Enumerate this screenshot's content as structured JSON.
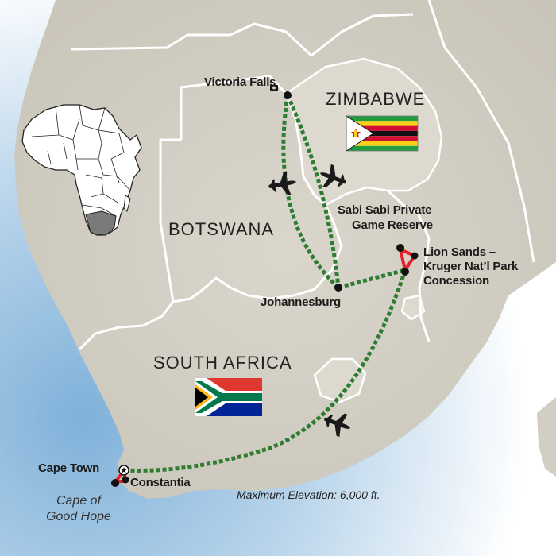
{
  "countries": {
    "zimbabwe": "ZIMBABWE",
    "botswana": "BOTSWANA",
    "south_africa": "SOUTH AFRICA"
  },
  "places": {
    "victoria_falls": "Victoria Falls",
    "sabi_sabi_line1": "Sabi Sabi Private",
    "sabi_sabi_line2": "Game Reserve",
    "lion_sands_line1": "Lion Sands –",
    "lion_sands_line2": "Kruger Nat’l Park",
    "lion_sands_line3": "Concession",
    "johannesburg": "Johannesburg",
    "cape_town": "Cape Town",
    "constantia": "Constantia",
    "cape_line1": "Cape of",
    "cape_line2": "Good Hope"
  },
  "elevation_note": "Maximum Elevation: 6,000 ft.",
  "colors": {
    "ocean": "#9ec5e2",
    "land": "#d2cec3",
    "land_highlight": "#ddd9cf",
    "border": "#ffffff",
    "flight_route": "#2e7d32",
    "ground_route": "#e0202c",
    "marker": "#111111"
  },
  "icons": [
    "airplane-icon",
    "airplane-icon",
    "airplane-icon",
    "camera-icon",
    "zimbabwe-flag-icon",
    "south-africa-flag-icon",
    "africa-inset-map"
  ]
}
